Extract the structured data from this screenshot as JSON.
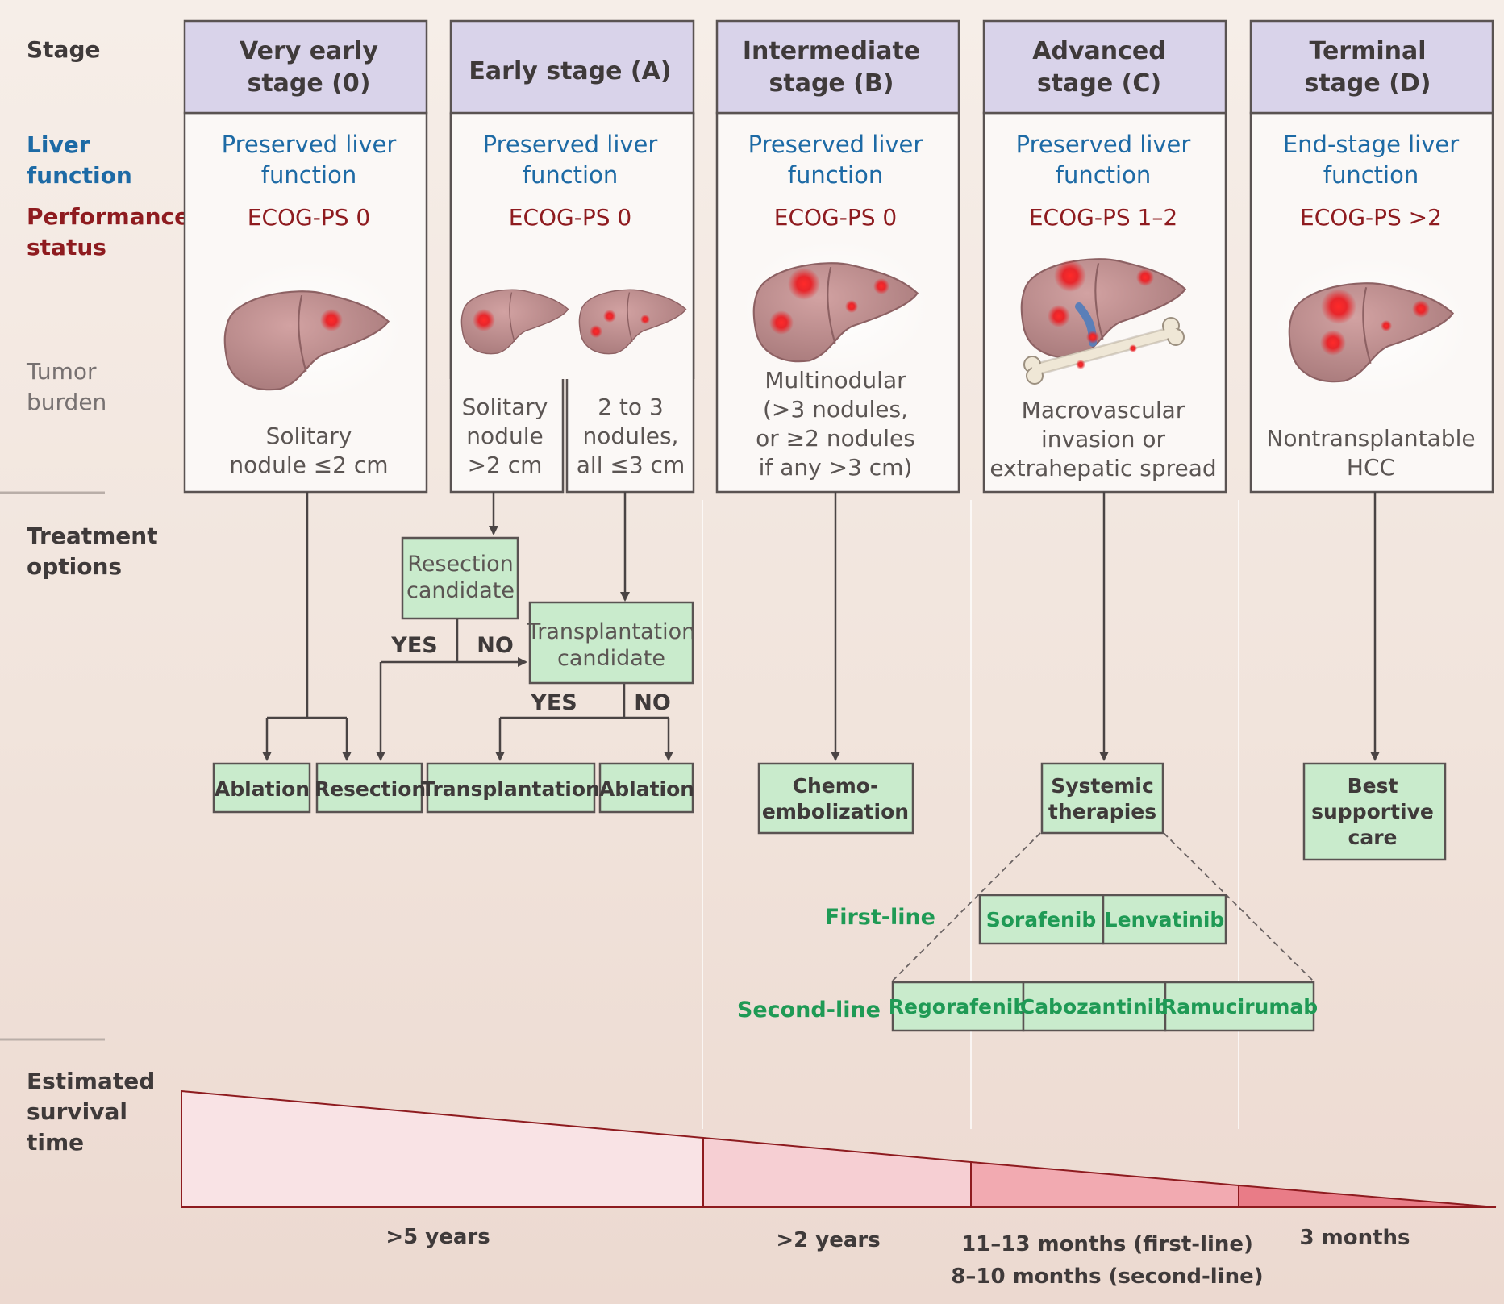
{
  "rows": {
    "stage": "Stage",
    "liver_function": [
      "Liver",
      "function"
    ],
    "performance_status": [
      "Performance",
      "status"
    ],
    "tumor_burden": [
      "Tumor",
      "burden"
    ],
    "treatment_options": [
      "Treatment",
      "options"
    ],
    "estimated_survival": [
      "Estimated",
      "survival",
      "time"
    ]
  },
  "stages": [
    {
      "title": [
        "Very early",
        "stage (0)"
      ],
      "liver": [
        "Preserved liver",
        "function"
      ],
      "ecog": "ECOG-PS 0",
      "burden": [
        "Solitary",
        "nodule ≤2 cm"
      ]
    },
    {
      "title": [
        "Early stage (A)"
      ],
      "liver": [
        "Preserved liver",
        "function"
      ],
      "ecog": "ECOG-PS 0",
      "burden_left": [
        "Solitary",
        "nodule",
        ">2 cm"
      ],
      "burden_right": [
        "2 to 3",
        "nodules,",
        "all ≤3 cm"
      ]
    },
    {
      "title": [
        "Intermediate",
        "stage (B)"
      ],
      "liver": [
        "Preserved liver",
        "function"
      ],
      "ecog": "ECOG-PS 0",
      "burden": [
        "Multinodular",
        "(>3 nodules,",
        "or ≥2 nodules",
        "if any >3 cm)"
      ]
    },
    {
      "title": [
        "Advanced",
        "stage (C)"
      ],
      "liver": [
        "Preserved liver",
        "function"
      ],
      "ecog": "ECOG-PS 1–2",
      "burden": [
        "Macrovascular",
        "invasion or",
        "extrahepatic spread"
      ]
    },
    {
      "title": [
        "Terminal",
        "stage (D)"
      ],
      "liver": [
        "End-stage liver",
        "function"
      ],
      "ecog": "ECOG-PS >2",
      "burden": [
        "Nontransplantable",
        "HCC"
      ]
    }
  ],
  "decisions": {
    "resection_candidate": [
      "Resection",
      "candidate"
    ],
    "transplantation_candidate": [
      "Transplantation",
      "candidate"
    ],
    "yes": "YES",
    "no": "NO"
  },
  "treatments": {
    "ablation_1": "Ablation",
    "resection": "Resection",
    "transplantation": "Transplantation",
    "ablation_2": "Ablation",
    "chemoembolization": [
      "Chemo-",
      "embolization"
    ],
    "systemic": [
      "Systemic",
      "therapies"
    ],
    "best_supportive": [
      "Best",
      "supportive",
      "care"
    ]
  },
  "systemic_lines": {
    "first_label": "First-line",
    "first": [
      "Sorafenib",
      "Lenvatinib"
    ],
    "second_label": "Second-line",
    "second": [
      "Regorafenib",
      "Cabozantinib",
      "Ramucirumab"
    ]
  },
  "survival": {
    "s0a": ">5 years",
    "sb": ">2 years",
    "sc": [
      "11–13 months (first-line)",
      "8–10 months (second-line)"
    ],
    "sd": "3 months"
  },
  "colors": {
    "stage_header": "#d9d3ea",
    "liver_text": "#1d6aa5",
    "ecog_text": "#8e1b1f",
    "treatment_box": "#c9ebcc",
    "drug_text": "#1f9a55"
  }
}
